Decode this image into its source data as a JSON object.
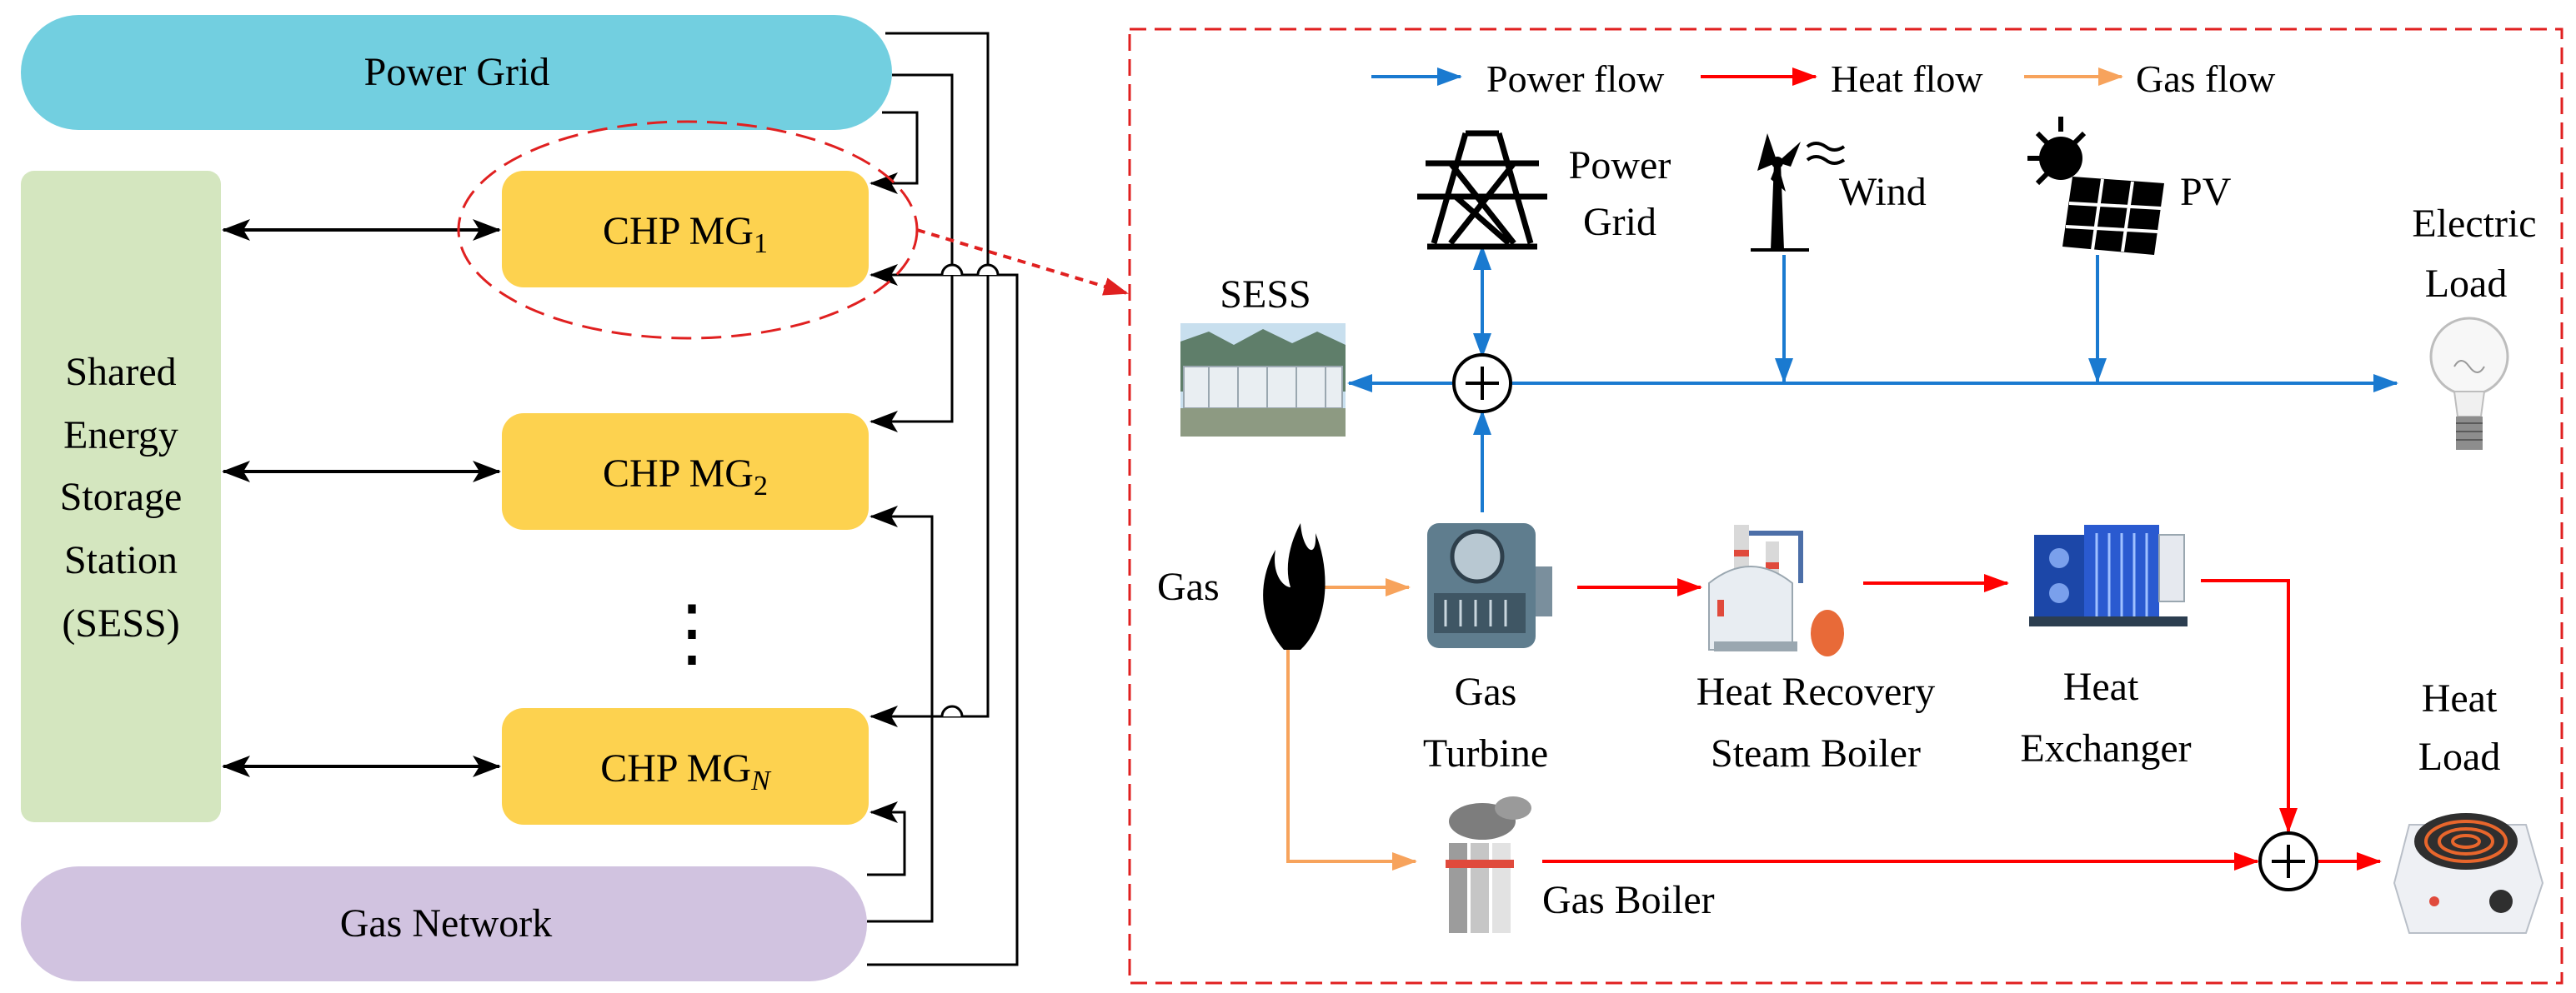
{
  "left": {
    "power_grid": "Power Grid",
    "gas_network": "Gas Network",
    "sess": [
      "Shared",
      "Energy",
      "Storage",
      "Station",
      "(SESS)"
    ],
    "mg1": {
      "prefix": "CHP MG",
      "sub": "1"
    },
    "mg2": {
      "prefix": "CHP MG",
      "sub": "2"
    },
    "mgn": {
      "prefix": "CHP MG",
      "sub": "N"
    },
    "ellipsis": "⋮"
  },
  "legend": {
    "power": "Power flow",
    "heat": "Heat flow",
    "gas": "Gas flow"
  },
  "detail": {
    "power_grid": [
      "Power",
      "Grid"
    ],
    "wind": "Wind",
    "pv": "PV",
    "electric_load": [
      "Electric",
      "Load"
    ],
    "sess": "SESS",
    "gas": "Gas",
    "gas_turbine": [
      "Gas",
      "Turbine"
    ],
    "hrsb": [
      "Heat Recovery",
      "Steam Boiler"
    ],
    "heat_exchanger": [
      "Heat",
      "Exchanger"
    ],
    "heat_load": [
      "Heat",
      "Load"
    ],
    "gas_boiler": "Gas Boiler"
  },
  "colors": {
    "power": "#1a7ad0",
    "heat": "#ff0000",
    "gas": "#f7a35c",
    "grid_fill": "#72cfe0",
    "gas_fill": "#d1c3e0",
    "sess_fill": "#d4e6bf",
    "mg_fill": "#fdd24f",
    "dash": "#e02020"
  }
}
